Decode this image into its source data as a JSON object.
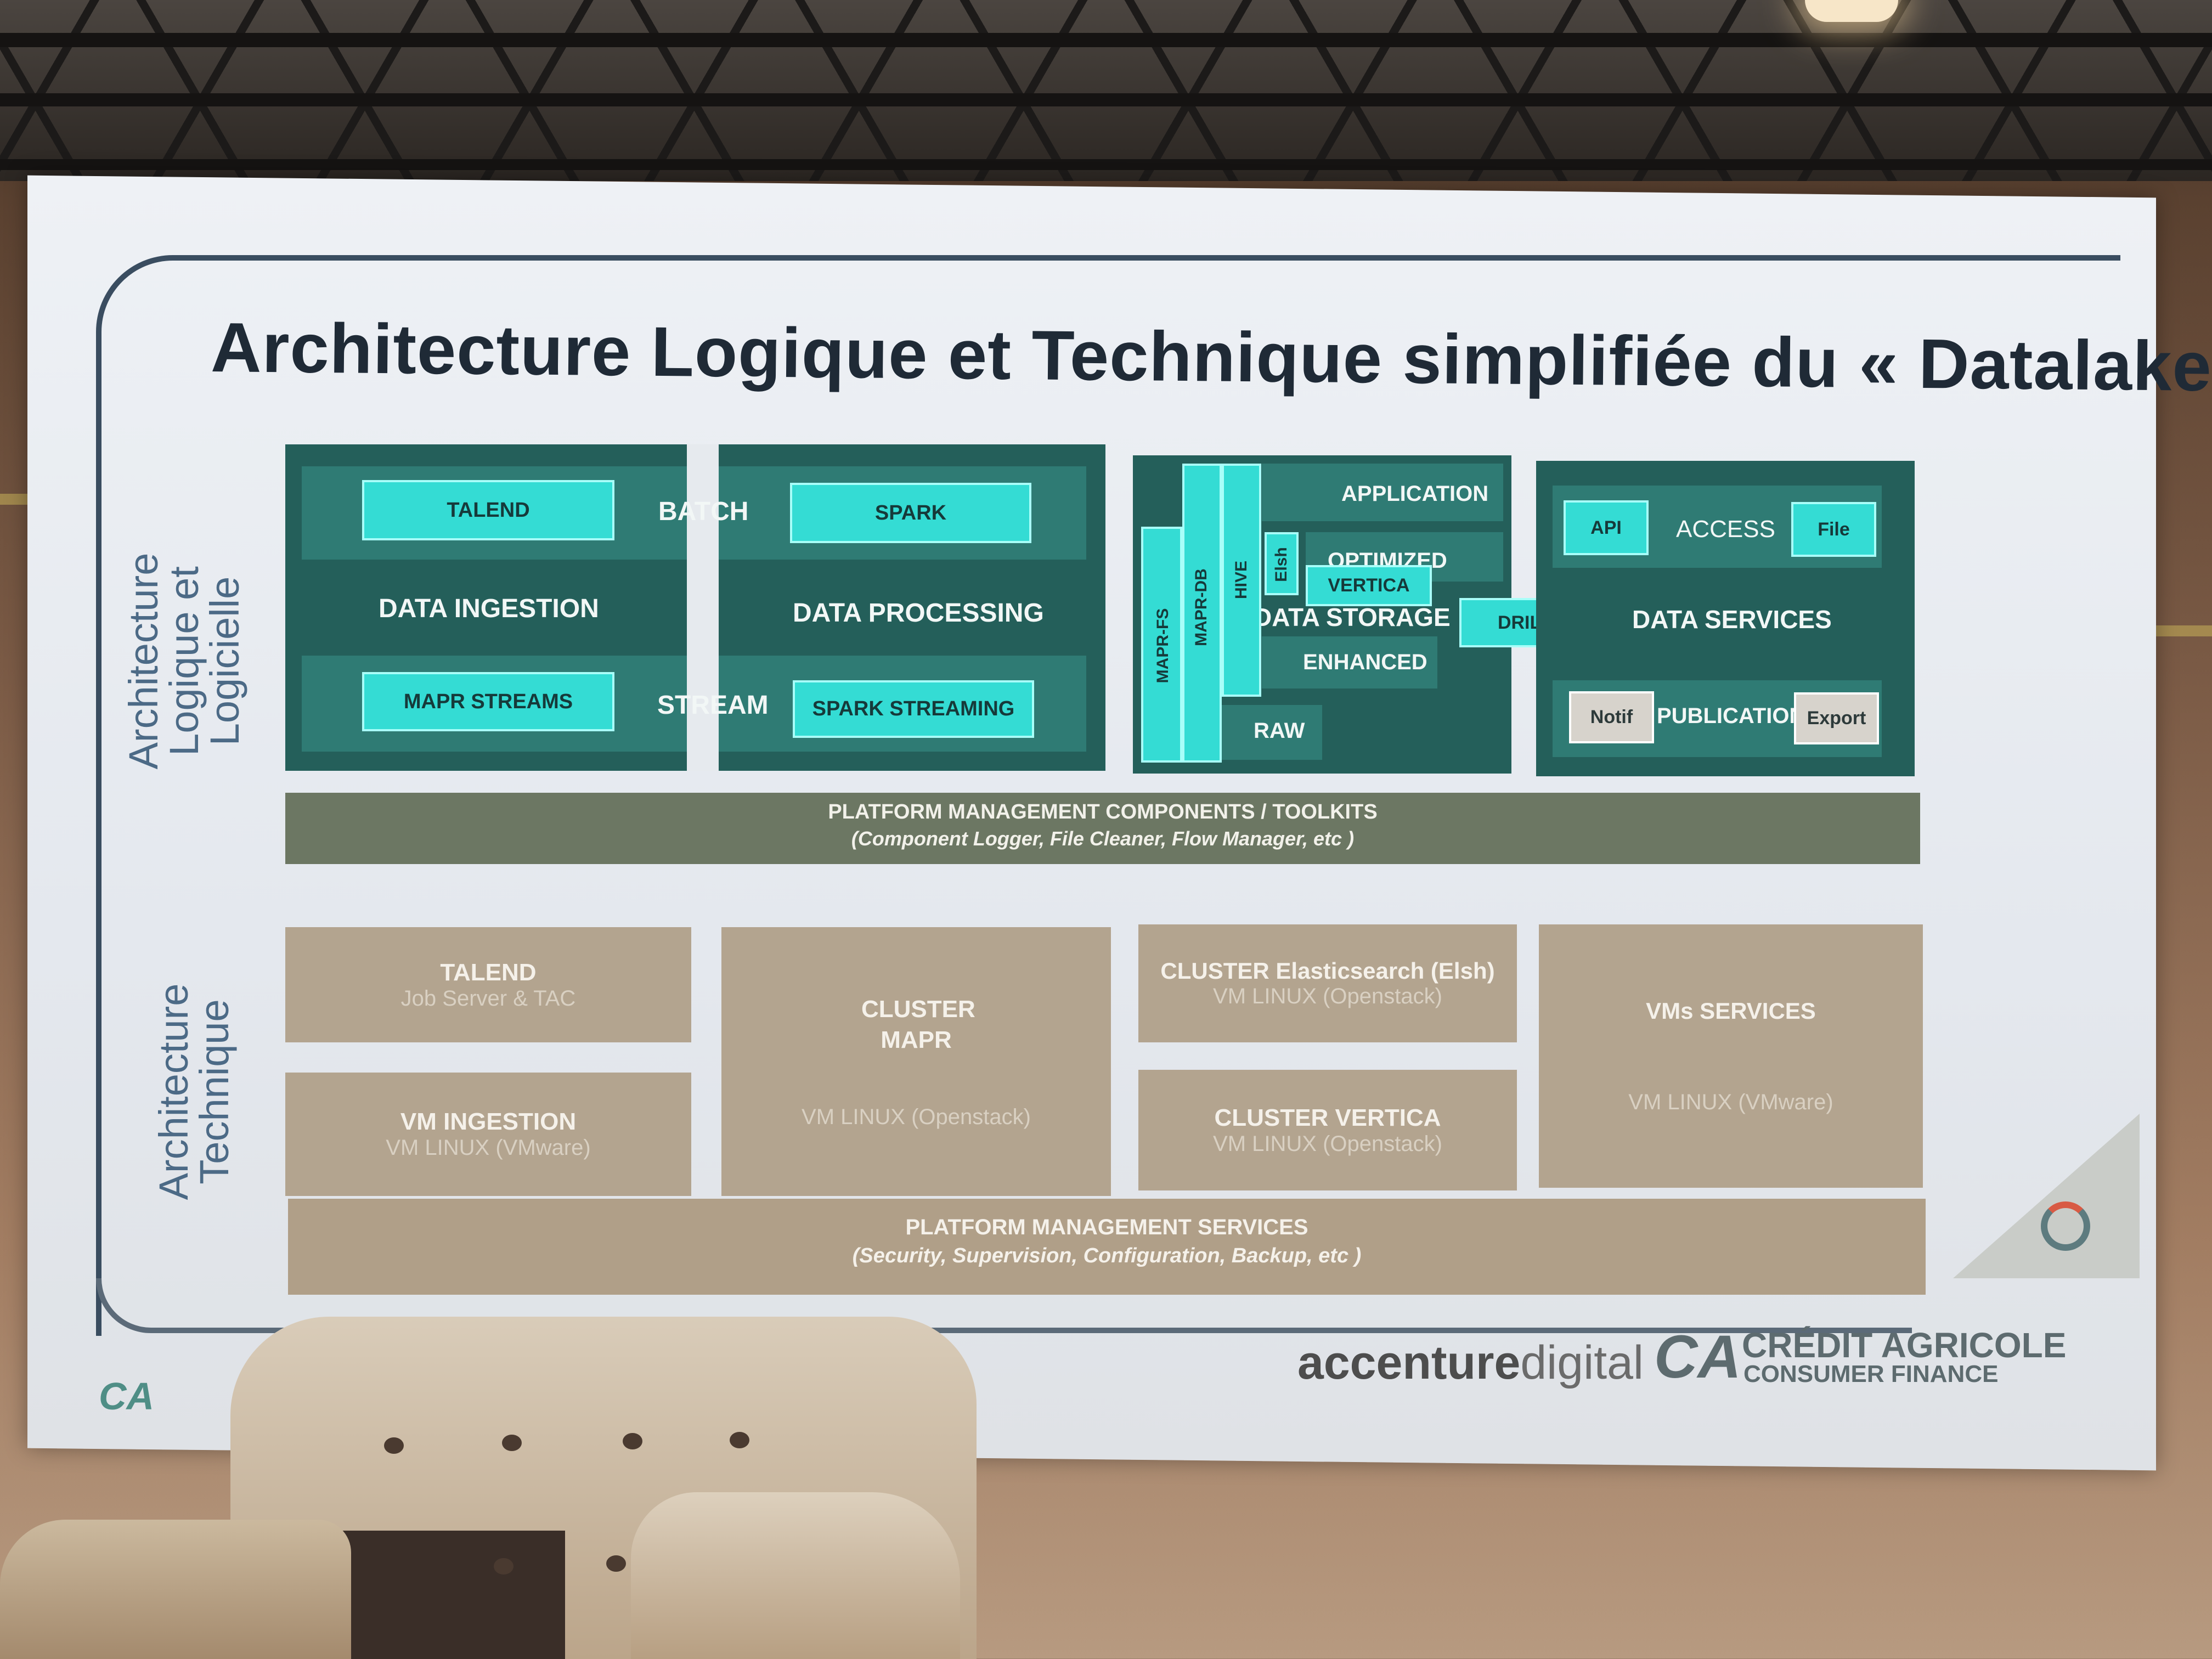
{
  "slide": {
    "title": "Architecture Logique et Technique simplifiée du « Datalake »",
    "section_logique": "Architecture Logique et Logicielle",
    "section_technique": "Architecture Technique"
  },
  "logique": {
    "talend": "TALEND",
    "batch": "BATCH",
    "spark": "SPARK",
    "data_ingestion": "DATA INGESTION",
    "data_processing": "DATA PROCESSING",
    "mapr_streams": "MAPR STREAMS",
    "stream": "STREAM",
    "spark_streaming": "SPARK STREAMING",
    "mapr_fs": "MAPR-FS",
    "mapr_db": "MAPR-DB",
    "hive": "HIVE",
    "elsh": "Elsh",
    "application": "APPLICATION",
    "optimized": "OPTIMIZED",
    "vertica": "VERTICA",
    "data_storage": "DATA STORAGE",
    "enhanced": "ENHANCED",
    "raw": "RAW",
    "drill": "DRILL",
    "api": "API",
    "access": "ACCESS",
    "file": "File",
    "data_services": "DATA SERVICES",
    "notif": "Notif",
    "publication": "PUBLICATION",
    "export": "Export",
    "platform_components_title": "PLATFORM MANAGEMENT COMPONENTS / TOOLKITS",
    "platform_components_sub": "(Component Logger, File Cleaner, Flow Manager, etc )"
  },
  "technique": {
    "talend_title": "TALEND",
    "talend_sub": "Job Server & TAC",
    "vm_ingestion_title": "VM INGESTION",
    "vm_ingestion_sub": "VM LINUX (VMware)",
    "cluster_mapr_title": "CLUSTER MAPR",
    "cluster_mapr_sub": "VM LINUX (Openstack)",
    "cluster_es_title": "CLUSTER Elasticsearch (Elsh)",
    "cluster_es_sub": "VM LINUX (Openstack)",
    "cluster_vertica_title": "CLUSTER VERTICA",
    "cluster_vertica_sub": "VM LINUX (Openstack)",
    "vms_services_title": "VMs SERVICES",
    "vms_services_sub": "VM LINUX (VMware)",
    "platform_services_title": "PLATFORM MANAGEMENT SERVICES",
    "platform_services_sub": "(Security, Supervision, Configuration, Backup, etc )"
  },
  "footer": {
    "accenture_a": "accenture",
    "accenture_b": "digital",
    "ca_mark": "CA",
    "ca_line1": "CRÉDIT AGRICOLE",
    "ca_line2": "CONSUMER FINANCE"
  },
  "colors": {
    "teal": "#2f7b74",
    "cyan": "#34dcd4",
    "platform_green": "#6c7763",
    "tan": "#b3a48f",
    "title": "#1f2a36"
  }
}
